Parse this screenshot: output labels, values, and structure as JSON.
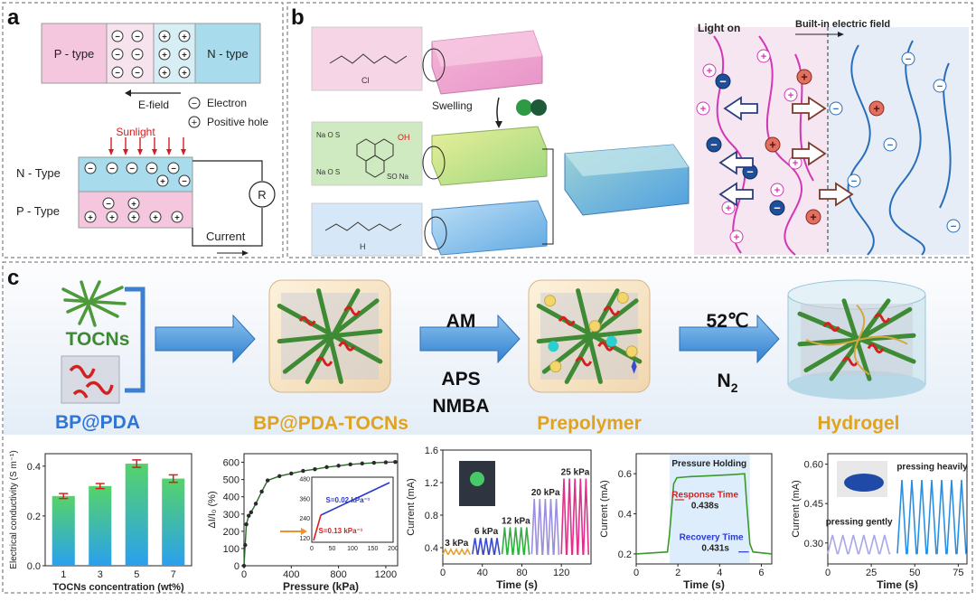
{
  "panels": {
    "a": {
      "letter": "a",
      "p_type": "P - type",
      "n_type": "N - type",
      "efield": "E-field",
      "legend_electron": "Electron",
      "legend_hole": "Positive hole",
      "sunlight": "Sunlight",
      "n_type_layer": "N - Type",
      "p_type_layer": "P - Type",
      "resistor": "R",
      "current": "Current"
    },
    "b": {
      "letter": "b",
      "cl": "Cl",
      "na_left_top": "Na O S",
      "na_left_bottom": "Na O S",
      "na_right": "SO Na",
      "oh": "OH",
      "h_plus": "H",
      "swelling": "Swelling",
      "light_on": "Light on",
      "built_in_field": "Built-in electric field"
    },
    "c": {
      "letter": "c",
      "tocns": "TOCNs",
      "bp_pda": "BP@PDA",
      "bp_pda_tocns": "BP@PDA-TOCNs",
      "am": "AM",
      "aps": "APS",
      "nmba": "NMBA",
      "prepolymer": "Prepolymer",
      "temp": "52℃",
      "n2": "N",
      "n2_sub": "2",
      "hydrogel": "Hydrogel"
    }
  },
  "chart_data": [
    {
      "type": "bar",
      "ylabel": "Electrical conductivity (S m⁻¹)",
      "xlabel": "TOCNs concentration (wt%)",
      "categories": [
        "1",
        "3",
        "5",
        "7"
      ],
      "values": [
        0.28,
        0.32,
        0.41,
        0.35
      ],
      "errors": [
        0.01,
        0.01,
        0.015,
        0.015
      ],
      "ylim": [
        0,
        0.45
      ],
      "yticks": [
        "0.0",
        "0.2",
        "0.4"
      ]
    },
    {
      "type": "line",
      "ylabel": "ΔI/I₀ (%)",
      "xlabel": "Pressure (kPa)",
      "xlim": [
        0,
        1300
      ],
      "ylim": [
        0,
        650
      ],
      "xticks": [
        "0",
        "400",
        "800",
        "1200"
      ],
      "yticks": [
        "0",
        "100",
        "200",
        "300",
        "400",
        "500",
        "600"
      ],
      "x": [
        0,
        10,
        20,
        40,
        60,
        100,
        150,
        200,
        300,
        400,
        500,
        600,
        700,
        800,
        900,
        1000,
        1100,
        1200,
        1280
      ],
      "y": [
        0,
        120,
        240,
        290,
        310,
        360,
        430,
        495,
        520,
        535,
        550,
        560,
        572,
        580,
        588,
        593,
        597,
        600,
        602
      ],
      "inset": {
        "xticks": [
          "0",
          "50",
          "100",
          "150",
          "200"
        ],
        "yticks": [
          "120",
          "240",
          "360",
          "480"
        ],
        "annot_high": "S=0.02 kPa⁻¹",
        "annot_low": "S=0.13 kPa⁻¹"
      }
    },
    {
      "type": "line",
      "ylabel": "Current (mA)",
      "xlabel": "Time (s)",
      "xlim": [
        0,
        150
      ],
      "ylim": [
        0.2,
        1.6
      ],
      "xticks": [
        "0",
        "40",
        "80",
        "120"
      ],
      "yticks": [
        "0.4",
        "0.8",
        "1.2",
        "1.6"
      ],
      "series": [
        {
          "name": "3 kPa",
          "color": "#e8a030",
          "t0": 0,
          "t1": 28,
          "base": 0.32,
          "peak": 0.38
        },
        {
          "name": "6 kPa",
          "color": "#3a4ad0",
          "t0": 30,
          "t1": 58,
          "base": 0.32,
          "peak": 0.52
        },
        {
          "name": "12 kPa",
          "color": "#2fb040",
          "t0": 60,
          "t1": 88,
          "base": 0.32,
          "peak": 0.65
        },
        {
          "name": "20 kPa",
          "color": "#9b8fe0",
          "t0": 90,
          "t1": 118,
          "base": 0.32,
          "peak": 1.0
        },
        {
          "name": "25 kPa",
          "color": "#e0308a",
          "t0": 120,
          "t1": 148,
          "base": 0.32,
          "peak": 1.25
        }
      ]
    },
    {
      "type": "line",
      "ylabel": "Current (mA)",
      "xlabel": "Time (s)",
      "xlim": [
        0,
        6.5
      ],
      "ylim": [
        0.15,
        0.7
      ],
      "xticks": [
        "0",
        "2",
        "4",
        "6"
      ],
      "yticks": [
        "0.2",
        "0.4",
        "0.6"
      ],
      "band_label": "Pressure Holding",
      "response_label": "Response Time",
      "response_value": "0.438s",
      "recovery_label": "Recovery Time",
      "recovery_value": "0.431s",
      "x": [
        0,
        1.5,
        1.6,
        1.8,
        1.95,
        2.5,
        3.5,
        4.5,
        5.2,
        5.3,
        5.45,
        5.6,
        6.5
      ],
      "y": [
        0.2,
        0.21,
        0.3,
        0.55,
        0.58,
        0.585,
        0.59,
        0.595,
        0.6,
        0.45,
        0.25,
        0.21,
        0.2
      ]
    },
    {
      "type": "line",
      "ylabel": "Current (mA)",
      "xlabel": "Time (s)",
      "xlim": [
        0,
        80
      ],
      "ylim": [
        0.22,
        0.64
      ],
      "xticks": [
        "0",
        "25",
        "50",
        "75"
      ],
      "yticks": [
        "0.30",
        "0.45",
        "0.60"
      ],
      "label_gentle": "pressing gently",
      "label_heavy": "pressing heavily",
      "gentle": {
        "t0": 0,
        "t1": 36,
        "base": 0.26,
        "peak": 0.33,
        "color": "#a8a8e8"
      },
      "heavy": {
        "t0": 40,
        "t1": 80,
        "base": 0.26,
        "peak": 0.54,
        "color": "#2a8fe0"
      }
    }
  ]
}
